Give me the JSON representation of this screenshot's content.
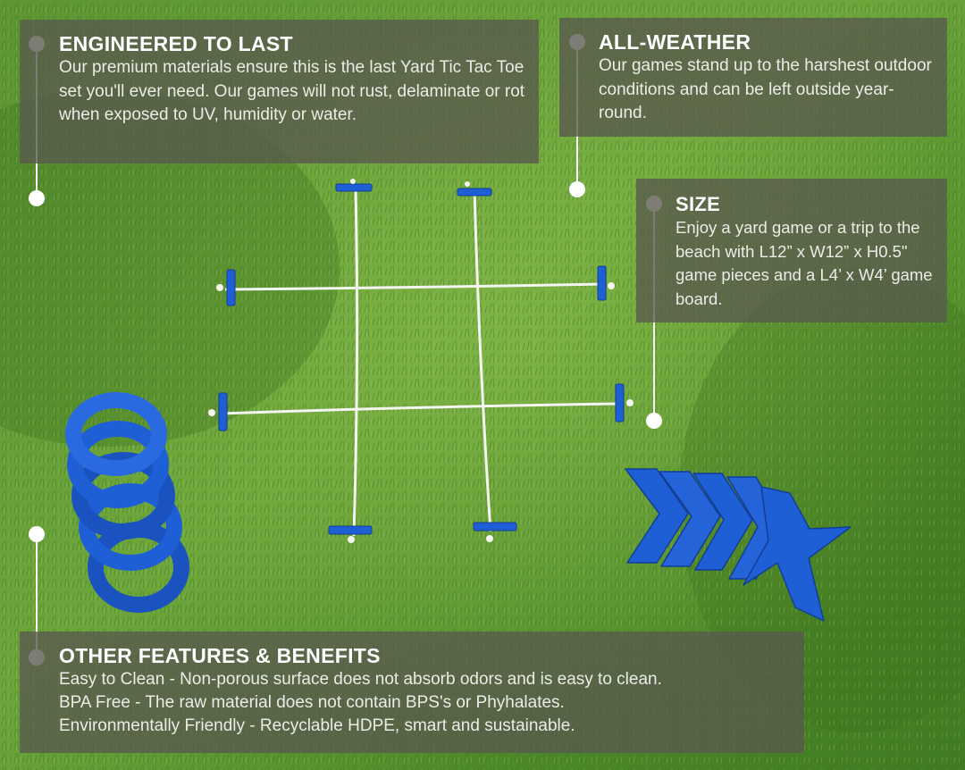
{
  "panels": {
    "engineered": {
      "title": "ENGINEERED TO LAST",
      "body": "Our premium materials ensure this is the last Yard Tic Tac Toe set you'll ever need. Our games will not rust, delaminate or rot when exposed to UV, humidity or water."
    },
    "weather": {
      "title": "ALL-WEATHER",
      "body": "Our games stand up to the harshest outdoor conditions and can be left outside year-round."
    },
    "size": {
      "title": "SIZE",
      "body": "Enjoy a yard game or a trip to the beach with L12” x W12” x H0.5\" game pieces and a L4’ x W4’ game board."
    },
    "features": {
      "title": "OTHER FEATURES & BENEFITS",
      "line1": "Easy to Clean - Non-porous surface does not absorb odors and is easy to clean.",
      "line2": "BPA Free - The raw material does not contain BPS's or Phyhalates.",
      "line3": "Environmentally Friendly - Recyclable HDPE, smart and sustainable."
    }
  },
  "colors": {
    "grass": "#4f8a2a",
    "grass_light": "#7fb347",
    "game_pieces": "#1f5fd6",
    "panel_overlay": "#58584e",
    "accent_white": "#ffffff"
  }
}
